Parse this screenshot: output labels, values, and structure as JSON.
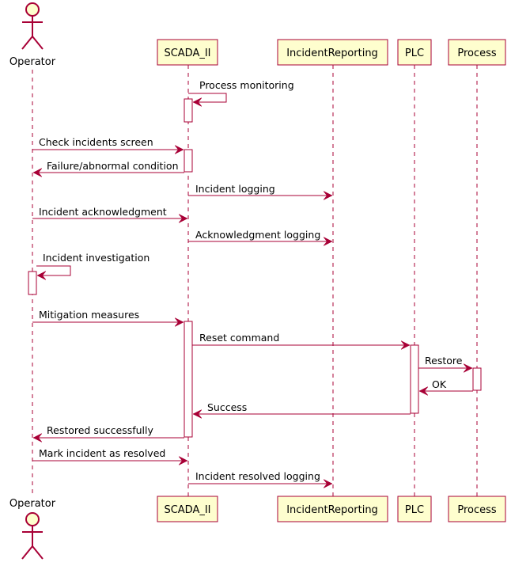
{
  "participants": {
    "operator": "Operator",
    "scada": "SCADA_II",
    "incident": "IncidentReporting",
    "plc": "PLC",
    "process": "Process"
  },
  "messages": {
    "m1": "Process monitoring",
    "m2": "Check incidents screen",
    "m3": "Failure/abnormal condition",
    "m4": "Incident logging",
    "m5": "Incident acknowledgment",
    "m6": "Acknowledgment logging",
    "m7": "Incident investigation",
    "m8": "Mitigation measures",
    "m9": "Reset command",
    "m10": "Restore",
    "m11": "OK",
    "m12": "Success",
    "m13": "Restored successfully",
    "m14": "Mark incident as resolved",
    "m15": "Incident resolved logging"
  },
  "colors": {
    "line": "#A80036",
    "participant_fill": "#FEFECE"
  }
}
